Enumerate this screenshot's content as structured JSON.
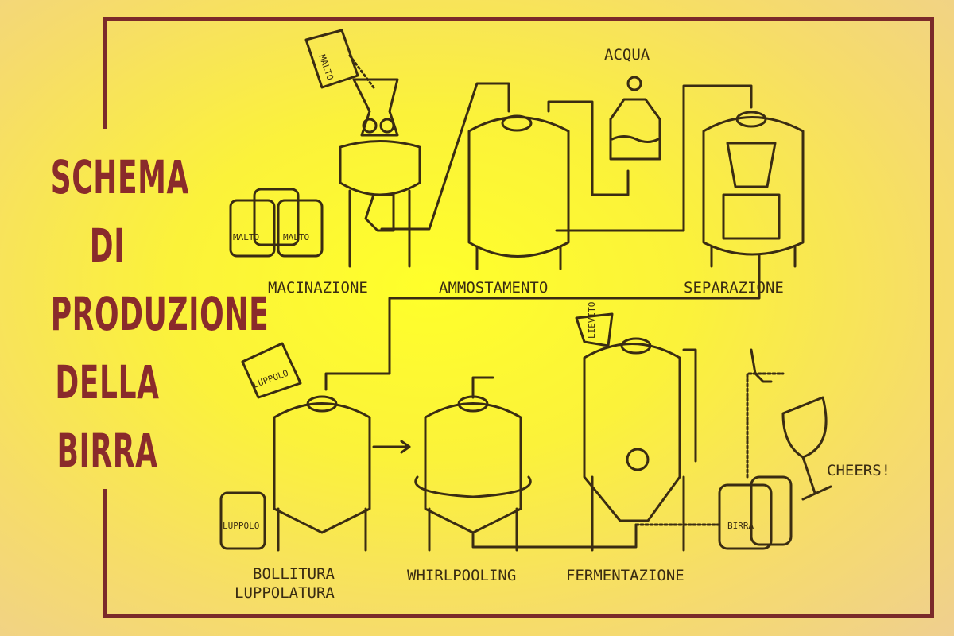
{
  "title": {
    "lines": [
      "SCHEMA",
      "DI",
      "PRODUZIONE",
      "DELLA",
      "BIRRA"
    ]
  },
  "steps": [
    {
      "label": "MACINAZIONE"
    },
    {
      "label": "AMMOSTAMENTO"
    },
    {
      "label": "SEPARAZIONE"
    },
    {
      "label": "BOLLITURA",
      "label2": "LUPPOLATURA"
    },
    {
      "label": "WHIRLPOOLING"
    },
    {
      "label": "FERMENTAZIONE"
    }
  ],
  "annotations": {
    "water": "ACQUA",
    "cheers": "CHEERS!"
  },
  "bags": {
    "malt": "MALTO",
    "hops": "LUPPOLO",
    "yeast": "LIEVITO",
    "keg": "BIRRA"
  },
  "colors": {
    "frame": "#7b2a2a",
    "title": "#8a2b2b",
    "ink": "#3a2c12"
  }
}
